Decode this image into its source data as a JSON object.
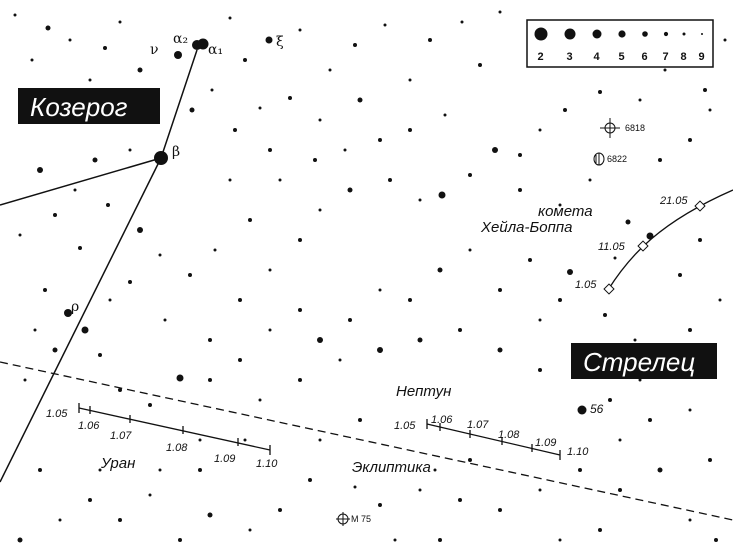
{
  "constellations": {
    "capricornus": "Козерог",
    "sagittarius": "Стрелец"
  },
  "star_labels": {
    "alpha2": "α₂",
    "alpha1": "α₁",
    "nu": "ν",
    "xi": "ξ",
    "beta": "β",
    "rho": "ρ"
  },
  "legend": {
    "magnitudes": [
      "2",
      "3",
      "4",
      "5",
      "6",
      "7",
      "8",
      "9"
    ]
  },
  "objects": {
    "ngc6818": "6818",
    "ngc6822": "6822",
    "m75": "M 75",
    "star56": "56"
  },
  "comet": {
    "name_line1": "комета",
    "name_line2": "Хейла-Боппа",
    "dates": [
      "1.05",
      "11.05",
      "21.05"
    ]
  },
  "neptune": {
    "name": "Нептун",
    "dates": [
      "1.05",
      "1.06",
      "1.07",
      "1.08",
      "1.09",
      "1.10"
    ]
  },
  "uranus": {
    "name": "Уран",
    "dates": [
      "1.05",
      "1.06",
      "1.07",
      "1.08",
      "1.09",
      "1.10"
    ]
  },
  "ecliptic": "Эклиптика",
  "colors": {
    "ink": "#111111",
    "background": "#ffffff",
    "label_box": "#111111"
  }
}
